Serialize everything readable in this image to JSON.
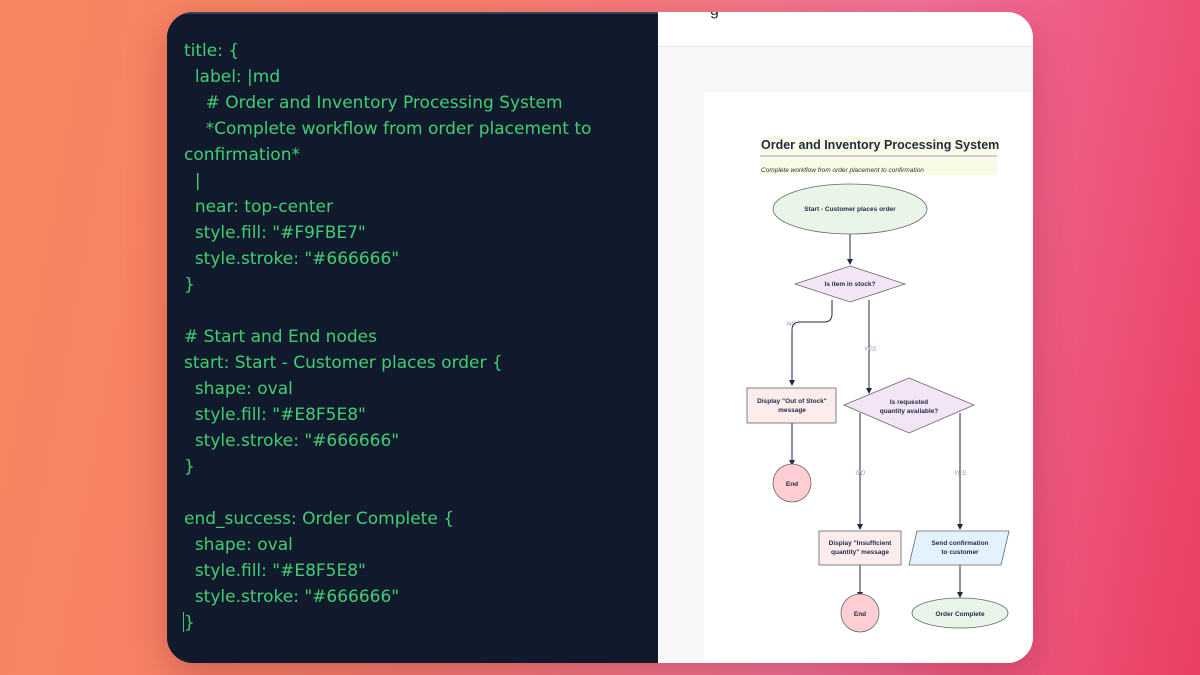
{
  "editor": {
    "lines": [
      "title: {",
      "  label: |md",
      "    # Order and Inventory Processing System",
      "    *Complete workflow from order placement to confirmation*",
      "  |",
      "  near: top-center",
      "  style.fill: \"#F9FBE7\"",
      "  style.stroke: \"#666666\"",
      "}",
      "",
      "# Start and End nodes",
      "start: Start - Customer places order {",
      "  shape: oval",
      "  style.fill: \"#E8F5E8\"",
      "  style.stroke: \"#666666\"",
      "}",
      "",
      "end_success: Order Complete {",
      "  shape: oval",
      "  style.fill: \"#E8F5E8\"",
      "  style.stroke: \"#666666\"",
      "}"
    ],
    "text_color": "#3fcf72",
    "background": "#111a2c"
  },
  "preview": {
    "top_glyph": "g",
    "diagram": {
      "title": "Order and Inventory Processing System",
      "subtitle": "Complete workflow from order placement to confirmation",
      "title_fill": "#F9FBE7",
      "nodes": {
        "start": "Start - Customer places order",
        "stock_check": "Is item in stock?",
        "out_of_stock_1": "Display \"Out of Stock\"",
        "out_of_stock_2": "message",
        "qty_check_1": "Is requested",
        "qty_check_2": "quantity available?",
        "end_1": "End",
        "insufficient_1": "Display \"Insufficient",
        "insufficient_2": "quantity\" message",
        "send_confirm_1": "Send confirmation",
        "send_confirm_2": "to customer",
        "end_2": "End",
        "order_complete": "Order Complete"
      },
      "edges": {
        "no_1": "NO",
        "yes_1": "YES",
        "no_2": "NO",
        "yes_2": "YES"
      }
    }
  }
}
